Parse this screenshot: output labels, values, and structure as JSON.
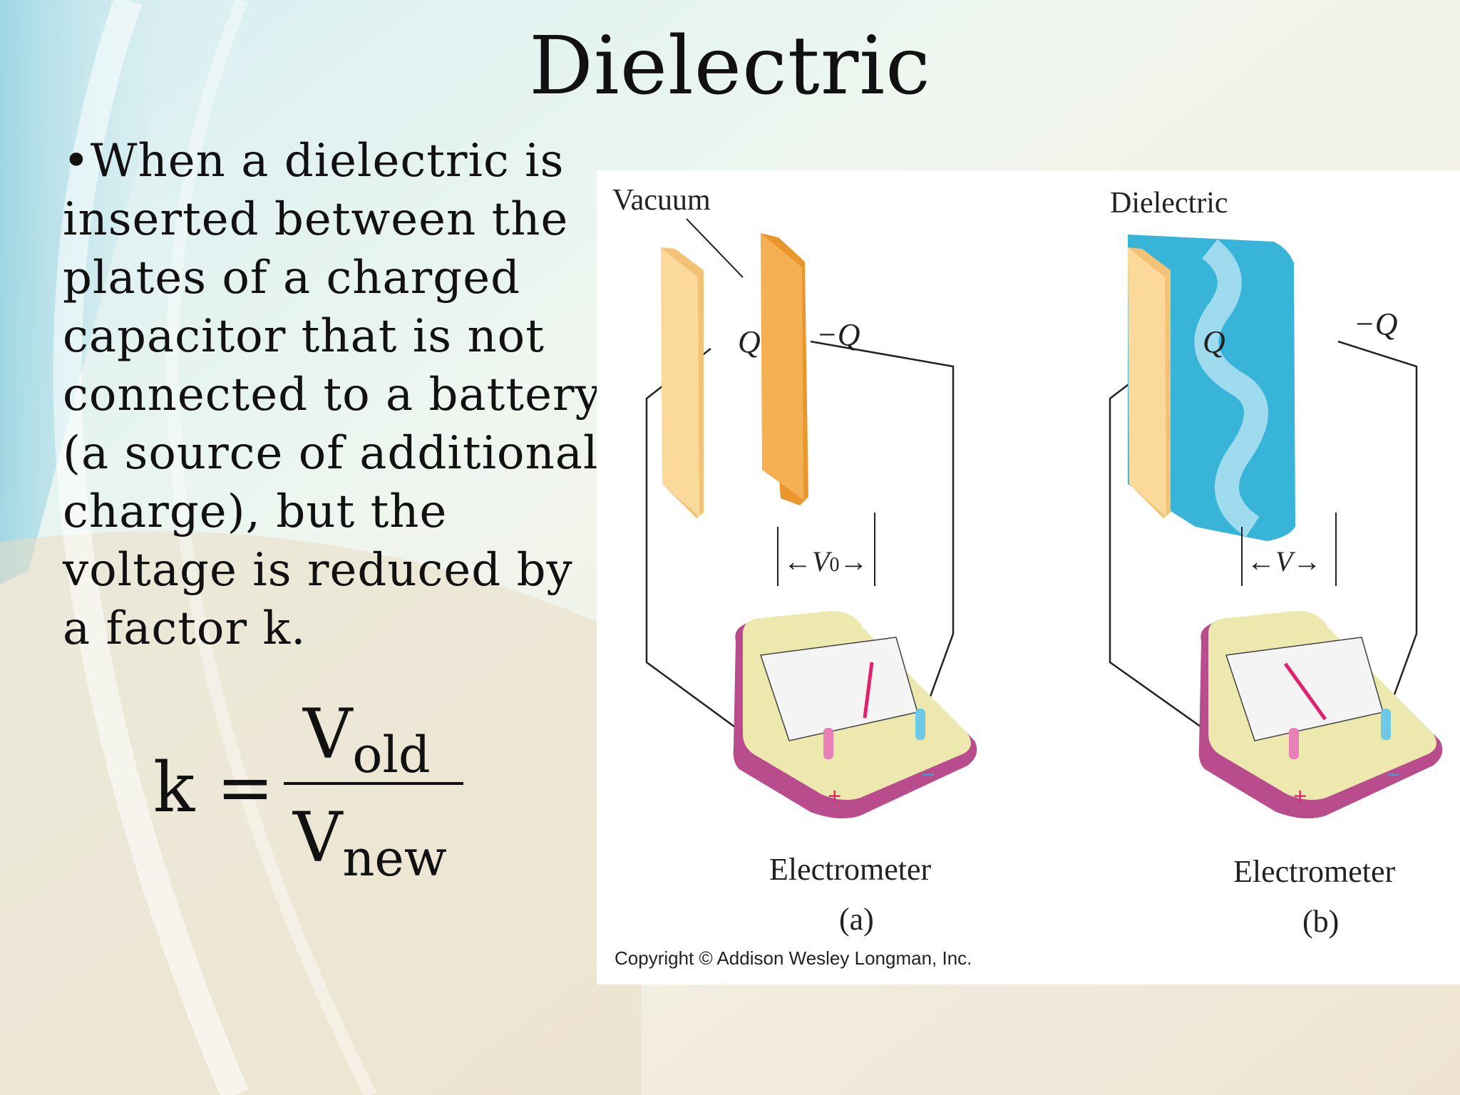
{
  "slide": {
    "title": "Dielectric",
    "bullet": "•When a dielectric is inserted between the plates of a charged capacitor that is not connected to a battery (a source of additional charge), but the voltage is reduced by a factor k."
  },
  "formula": {
    "lhs": "k =",
    "num_main": "V",
    "num_sub": "old",
    "den_main": "V",
    "den_sub": "new"
  },
  "figure": {
    "panel_a": {
      "region_label": "Vacuum",
      "charge_pos": "Q",
      "charge_neg": "−Q",
      "voltage_main": "V",
      "voltage_sub": "0",
      "meter_label": "Electrometer",
      "panel_tag": "(a)",
      "plus": "+",
      "minus": "−"
    },
    "panel_b": {
      "region_label": "Dielectric",
      "charge_pos": "Q",
      "charge_neg": "−Q",
      "voltage_main": "V",
      "meter_label": "Electrometer",
      "panel_tag": "(b)",
      "plus": "+",
      "minus": "−"
    },
    "copyright": "Copyright © Addison Wesley Longman, Inc."
  },
  "colors": {
    "plate_light": "#f9d48a",
    "plate_dark": "#f4a93c",
    "dielectric": "#38b4d8",
    "meter_base": "#b84c8c",
    "meter_face": "#ece8ae",
    "needle": "#e0226e"
  }
}
